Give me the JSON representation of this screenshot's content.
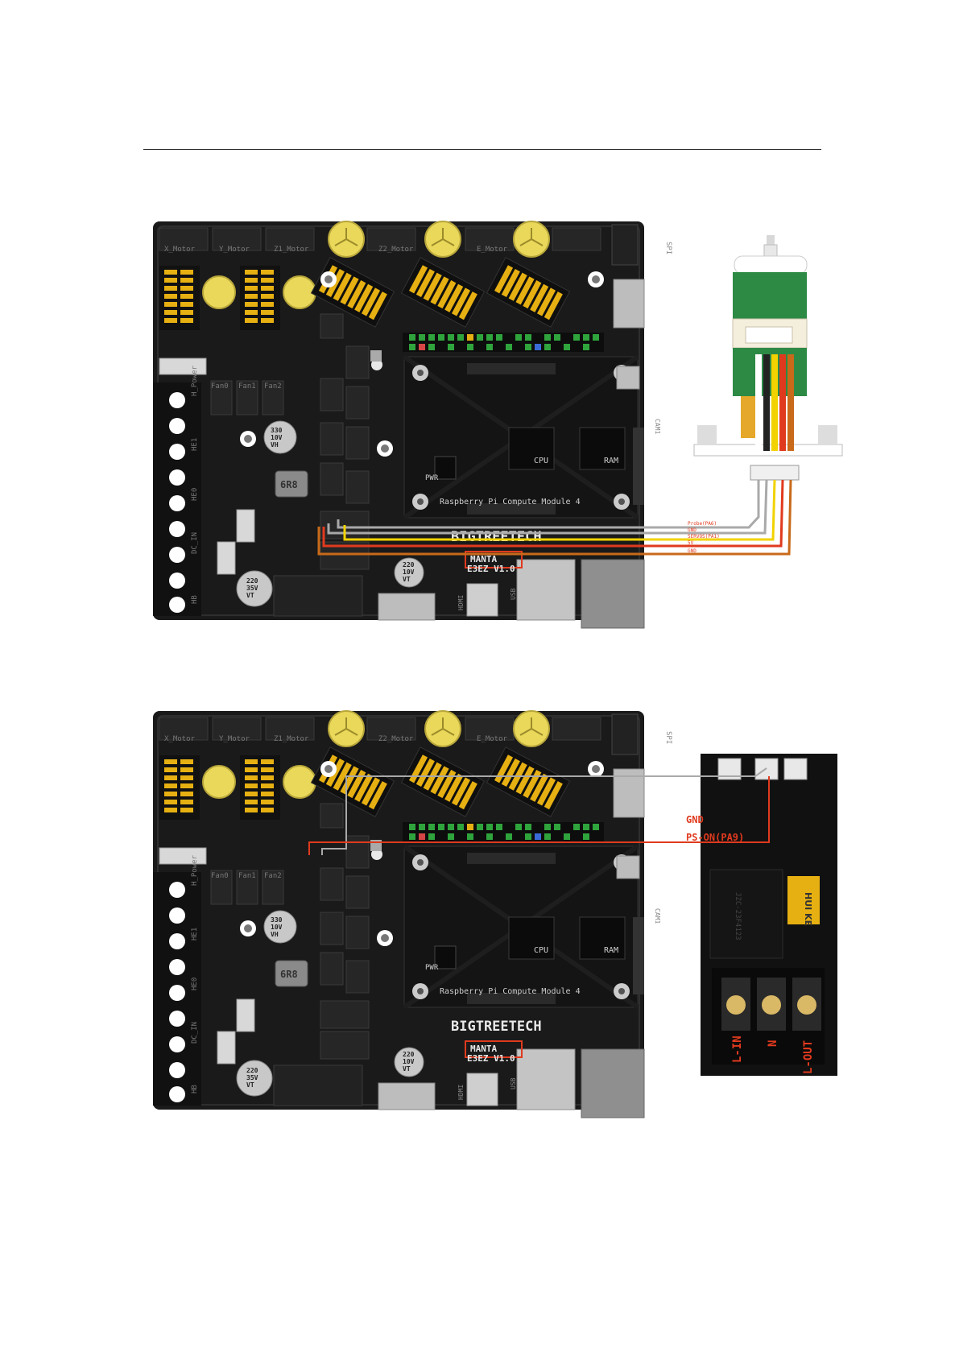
{
  "colors": {
    "board": "#1a1a1a",
    "board_dark": "#0d0d0d",
    "connector": "#2a2a2a",
    "terminal": "#111111",
    "gold": "#e6b012",
    "cap": "#e9d85a",
    "green_pin": "#2fa43c",
    "pcb_green": "#2d8a45",
    "wire_red": "#e03a1e",
    "wire_yellow": "#f2d200",
    "wire_orange": "#c86a1a",
    "wire_gray": "#a9a9a9"
  },
  "board": {
    "motor_labels": [
      "X_Motor",
      "Y_Motor",
      "Z1_Motor",
      "Z2_Motor",
      "E_Motor"
    ],
    "fan_labels": [
      "Fan0",
      "Fan1",
      "Fan2"
    ],
    "terminal_labels": [
      "H_Power",
      "HE1",
      "HE0",
      "DC_IN",
      "HB"
    ],
    "spi_label": "SPI",
    "cm4_label": "Raspberry Pi Compute Module 4",
    "cpu_label": "CPU",
    "ram_label": "RAM",
    "pwr_label": "PWR",
    "brand": "BIGTREETECH",
    "model_line1": "MANTA",
    "model_line2": "E3EZ V1.0",
    "inductor_label": "6R8",
    "cap_small": [
      "330",
      "10V",
      "VH"
    ],
    "cap_220_10": [
      "220",
      "10V",
      "VT"
    ],
    "cap_220_35": [
      "220",
      "35V",
      "VT"
    ],
    "hdmi_label": "HDMI",
    "usb_label": "USB",
    "cam_label": "CAM1"
  },
  "figure1": {
    "probe_wires": [
      "Probe(PA6)",
      "GND",
      "SERVOS(PA1)",
      "5V",
      "GND"
    ]
  },
  "figure2": {
    "relay_labels": [
      "GND",
      "PS-ON(PA9)"
    ],
    "relay_brand": "HUI KE",
    "relay_chip": "JZC-23F4123",
    "terminal_labels": [
      "L-IN",
      "N",
      "L-OUT"
    ]
  }
}
